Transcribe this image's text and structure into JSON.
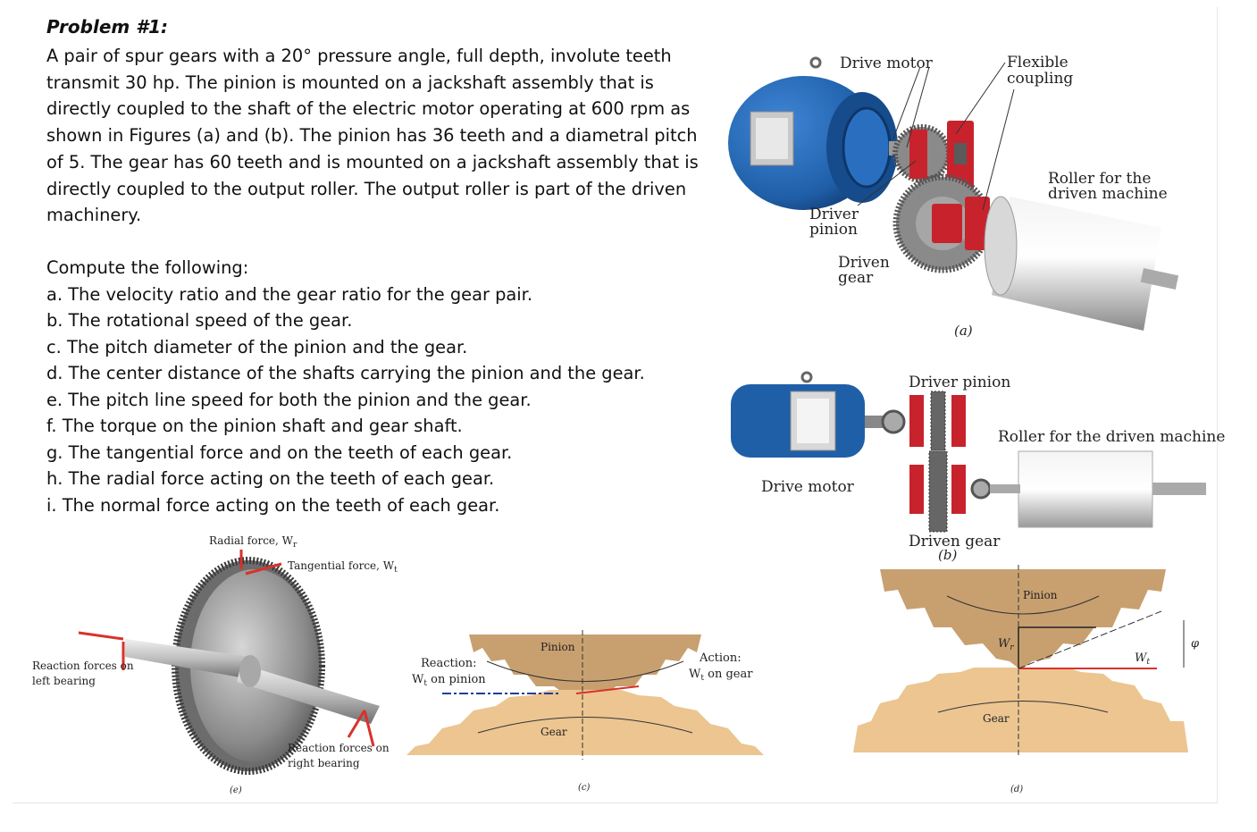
{
  "problem": {
    "title": "Problem #1:",
    "statement": "A pair of spur gears with a 20° pressure angle, full depth, involute teeth transmit 30 hp. The pinion is mounted on a jackshaft assembly that is directly coupled to the shaft of the electric motor operating at 600 rpm as shown in Figures (a) and (b). The pinion has 36 teeth and a diametral pitch of 5. The gear has 60 teeth and is mounted on a jackshaft assembly that is directly coupled to the output roller. The output roller is part of the driven machinery.",
    "compute_heading": "Compute the following:",
    "items": [
      "a. The velocity ratio and the gear ratio for the gear pair.",
      "b. The rotational speed of the gear.",
      "c. The pitch diameter of the pinion and the gear.",
      "d. The center distance of the shafts carrying the pinion and the gear.",
      "e. The pitch line speed for both the pinion and the gear.",
      "f. The torque on the pinion shaft and gear shaft.",
      "g. The tangential force and on the teeth of each gear.",
      "h. The radial force acting on the teeth of each gear.",
      "i. The normal force acting on the teeth of each gear."
    ]
  },
  "figures": {
    "a": {
      "caption": "(a)",
      "drive_motor": "Drive motor",
      "flexible_coupling_1": "Flexible",
      "flexible_coupling_2": "coupling",
      "roller_1": "Roller for the",
      "roller_2": "driven machine",
      "driver_pinion_1": "Driver",
      "driver_pinion_2": "pinion",
      "driven_gear_1": "Driven",
      "driven_gear_2": "gear"
    },
    "b": {
      "caption": "(b)",
      "driver_pinion": "Driver pinion",
      "roller": "Roller for the driven machine",
      "drive_motor": "Drive motor",
      "driven_gear": "Driven gear"
    },
    "e": {
      "caption": "(e)",
      "radial": "Radial force, W",
      "radial_sub": "r",
      "tangential": "Tangential force, W",
      "tangential_sub": "t",
      "left_1": "Reaction forces on",
      "left_2": "left bearing",
      "right_1": "Reaction forces on",
      "right_2": "right bearing"
    },
    "c": {
      "caption": "(c)",
      "pinion": "Pinion",
      "gear": "Gear",
      "reaction_1": "Reaction:",
      "reaction_2": "W",
      "reaction_sub": "t",
      "reaction_3": " on pinion",
      "action_1": "Action:",
      "action_2": "W",
      "action_sub": "t",
      "action_3": " on gear"
    },
    "d": {
      "caption": "(d)",
      "pinion": "Pinion",
      "gear": "Gear",
      "wr": "W",
      "wr_sub": "r",
      "wt": "W",
      "wt_sub": "t",
      "phi": "φ"
    }
  },
  "colors": {
    "motor_blue": "#1f5fa8",
    "bearing_red": "#c8232c",
    "gear_tan": "#c8a070",
    "gear_light": "#ecc591",
    "force_red": "#d8322a"
  }
}
